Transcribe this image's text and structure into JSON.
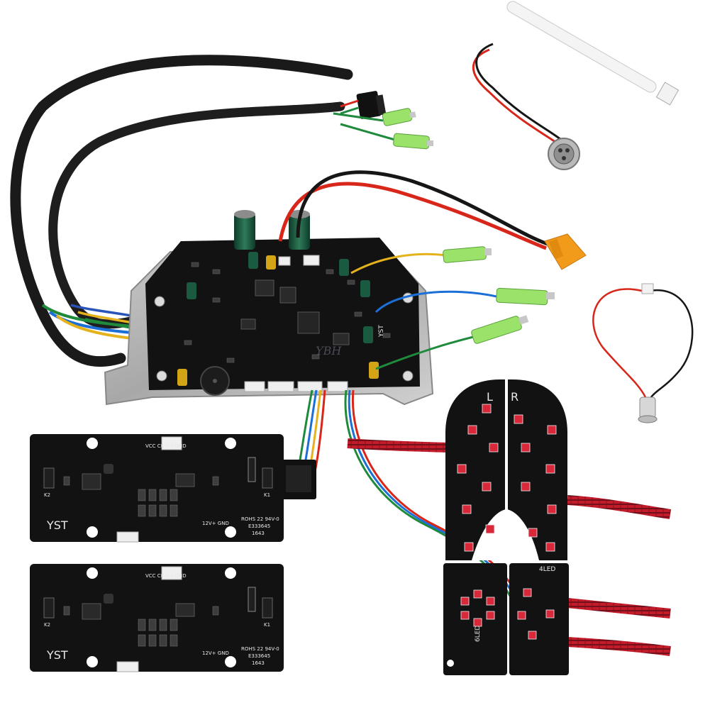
{
  "product": {
    "logo_text": "YST",
    "watermark": "YBH"
  },
  "main_board": {
    "brand": "YST"
  },
  "led_boards": {
    "left_label": "L",
    "right_label": "R",
    "bottom_left_label": "6LED",
    "bottom_right_label": "4LED"
  },
  "sensor_boards": [
    {
      "header": "VCC CK DO GND",
      "k_left": "K2",
      "k_right": "K1",
      "logo": "YST",
      "rohs": "ROHS 22 94V-0",
      "cert": "E333645",
      "date": "1643",
      "power": "12V+ GND"
    },
    {
      "header": "VCC CK DO GND",
      "k_left": "K2",
      "k_right": "K1",
      "logo": "YST",
      "rohs": "ROHS 22 94V-0",
      "cert": "E333645",
      "date": "1643",
      "power": "12V+ GND"
    }
  ],
  "colors": {
    "pcb": "#121212",
    "wire_red": "#d8261a",
    "wire_blue": "#1b6fd6",
    "wire_yellow": "#e5b21c",
    "wire_green": "#1f8a3c",
    "connector_xt60": "#f29a1a",
    "tube_green": "#9be26a",
    "led_red": "#d8283a"
  }
}
